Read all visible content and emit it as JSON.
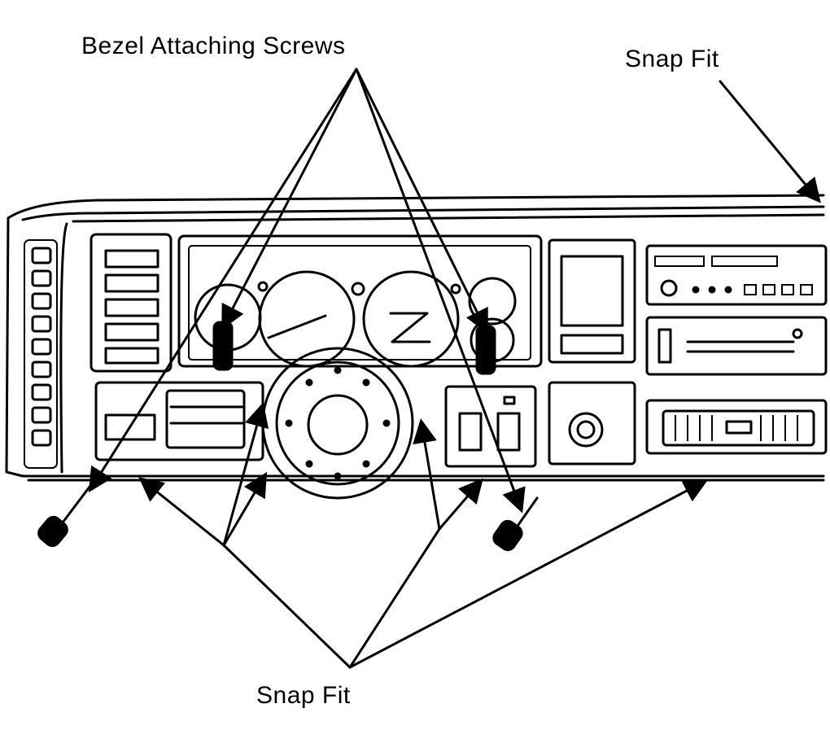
{
  "labels": {
    "bezel_attaching_screws": "Bezel Attaching Screws",
    "snap_fit_top": "Snap Fit",
    "snap_fit_bottom": "Snap Fit"
  },
  "colors": {
    "ink": "#000000",
    "paper": "#ffffff"
  }
}
